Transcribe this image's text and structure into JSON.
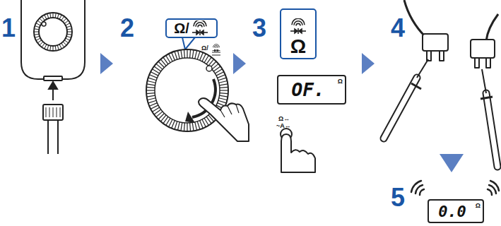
{
  "diagram": {
    "nodes": [
      {
        "text": [
          "Ω/"
        ]
      },
      {
        "text": [
          "Ω"
        ]
      },
      {
        "text": [
          "OF.",
          "Ω"
        ]
      },
      {
        "text": [
          "0.0",
          "Ω"
        ]
      }
    ],
    "labels": [
      "1",
      "2",
      "3",
      "4",
      "5",
      "Ω/",
      "Ω↔",
      "~A↔"
    ]
  }
}
